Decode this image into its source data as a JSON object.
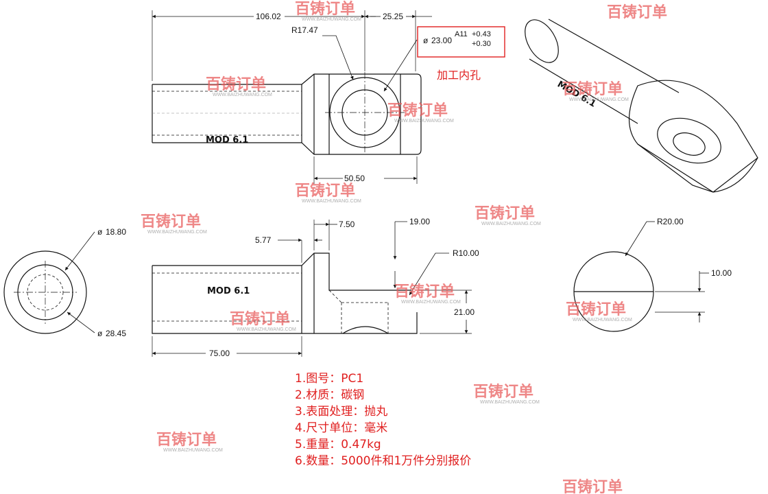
{
  "dimensions": {
    "len_106": "106.02",
    "len_25": "25.25",
    "radius_17": "R17.47",
    "tol_box_main": "23.00",
    "tol_box_fit": "A11",
    "tol_box_upper": "+0.43",
    "tol_box_lower": "+0.30",
    "len_50": "50.50",
    "dia_18": "18.80",
    "dia_28": "28.45",
    "len_7": "7.50",
    "len_5": "5.77",
    "len_19": "19.00",
    "radius_10": "R10.00",
    "len_21": "21.00",
    "len_75": "75.00",
    "radius_20": "R20.00",
    "len_10": "10.00"
  },
  "part_label": "MOD 6.1",
  "callout_label": "加工内孔",
  "watermark": {
    "text": "百铸订单",
    "url": "WWW.BAIZHUWANG.COM"
  },
  "notes": [
    "1.图号：PC1",
    "2.材质：碳钢",
    "3.表面处理：抛丸",
    "4.尺寸单位：毫米",
    "5.重量：0.47kg",
    "6.数量：5000件和1万件分别报价"
  ],
  "colors": {
    "line": "#111111",
    "annotation": "#e01e1e",
    "watermark": "#e85a5a"
  }
}
